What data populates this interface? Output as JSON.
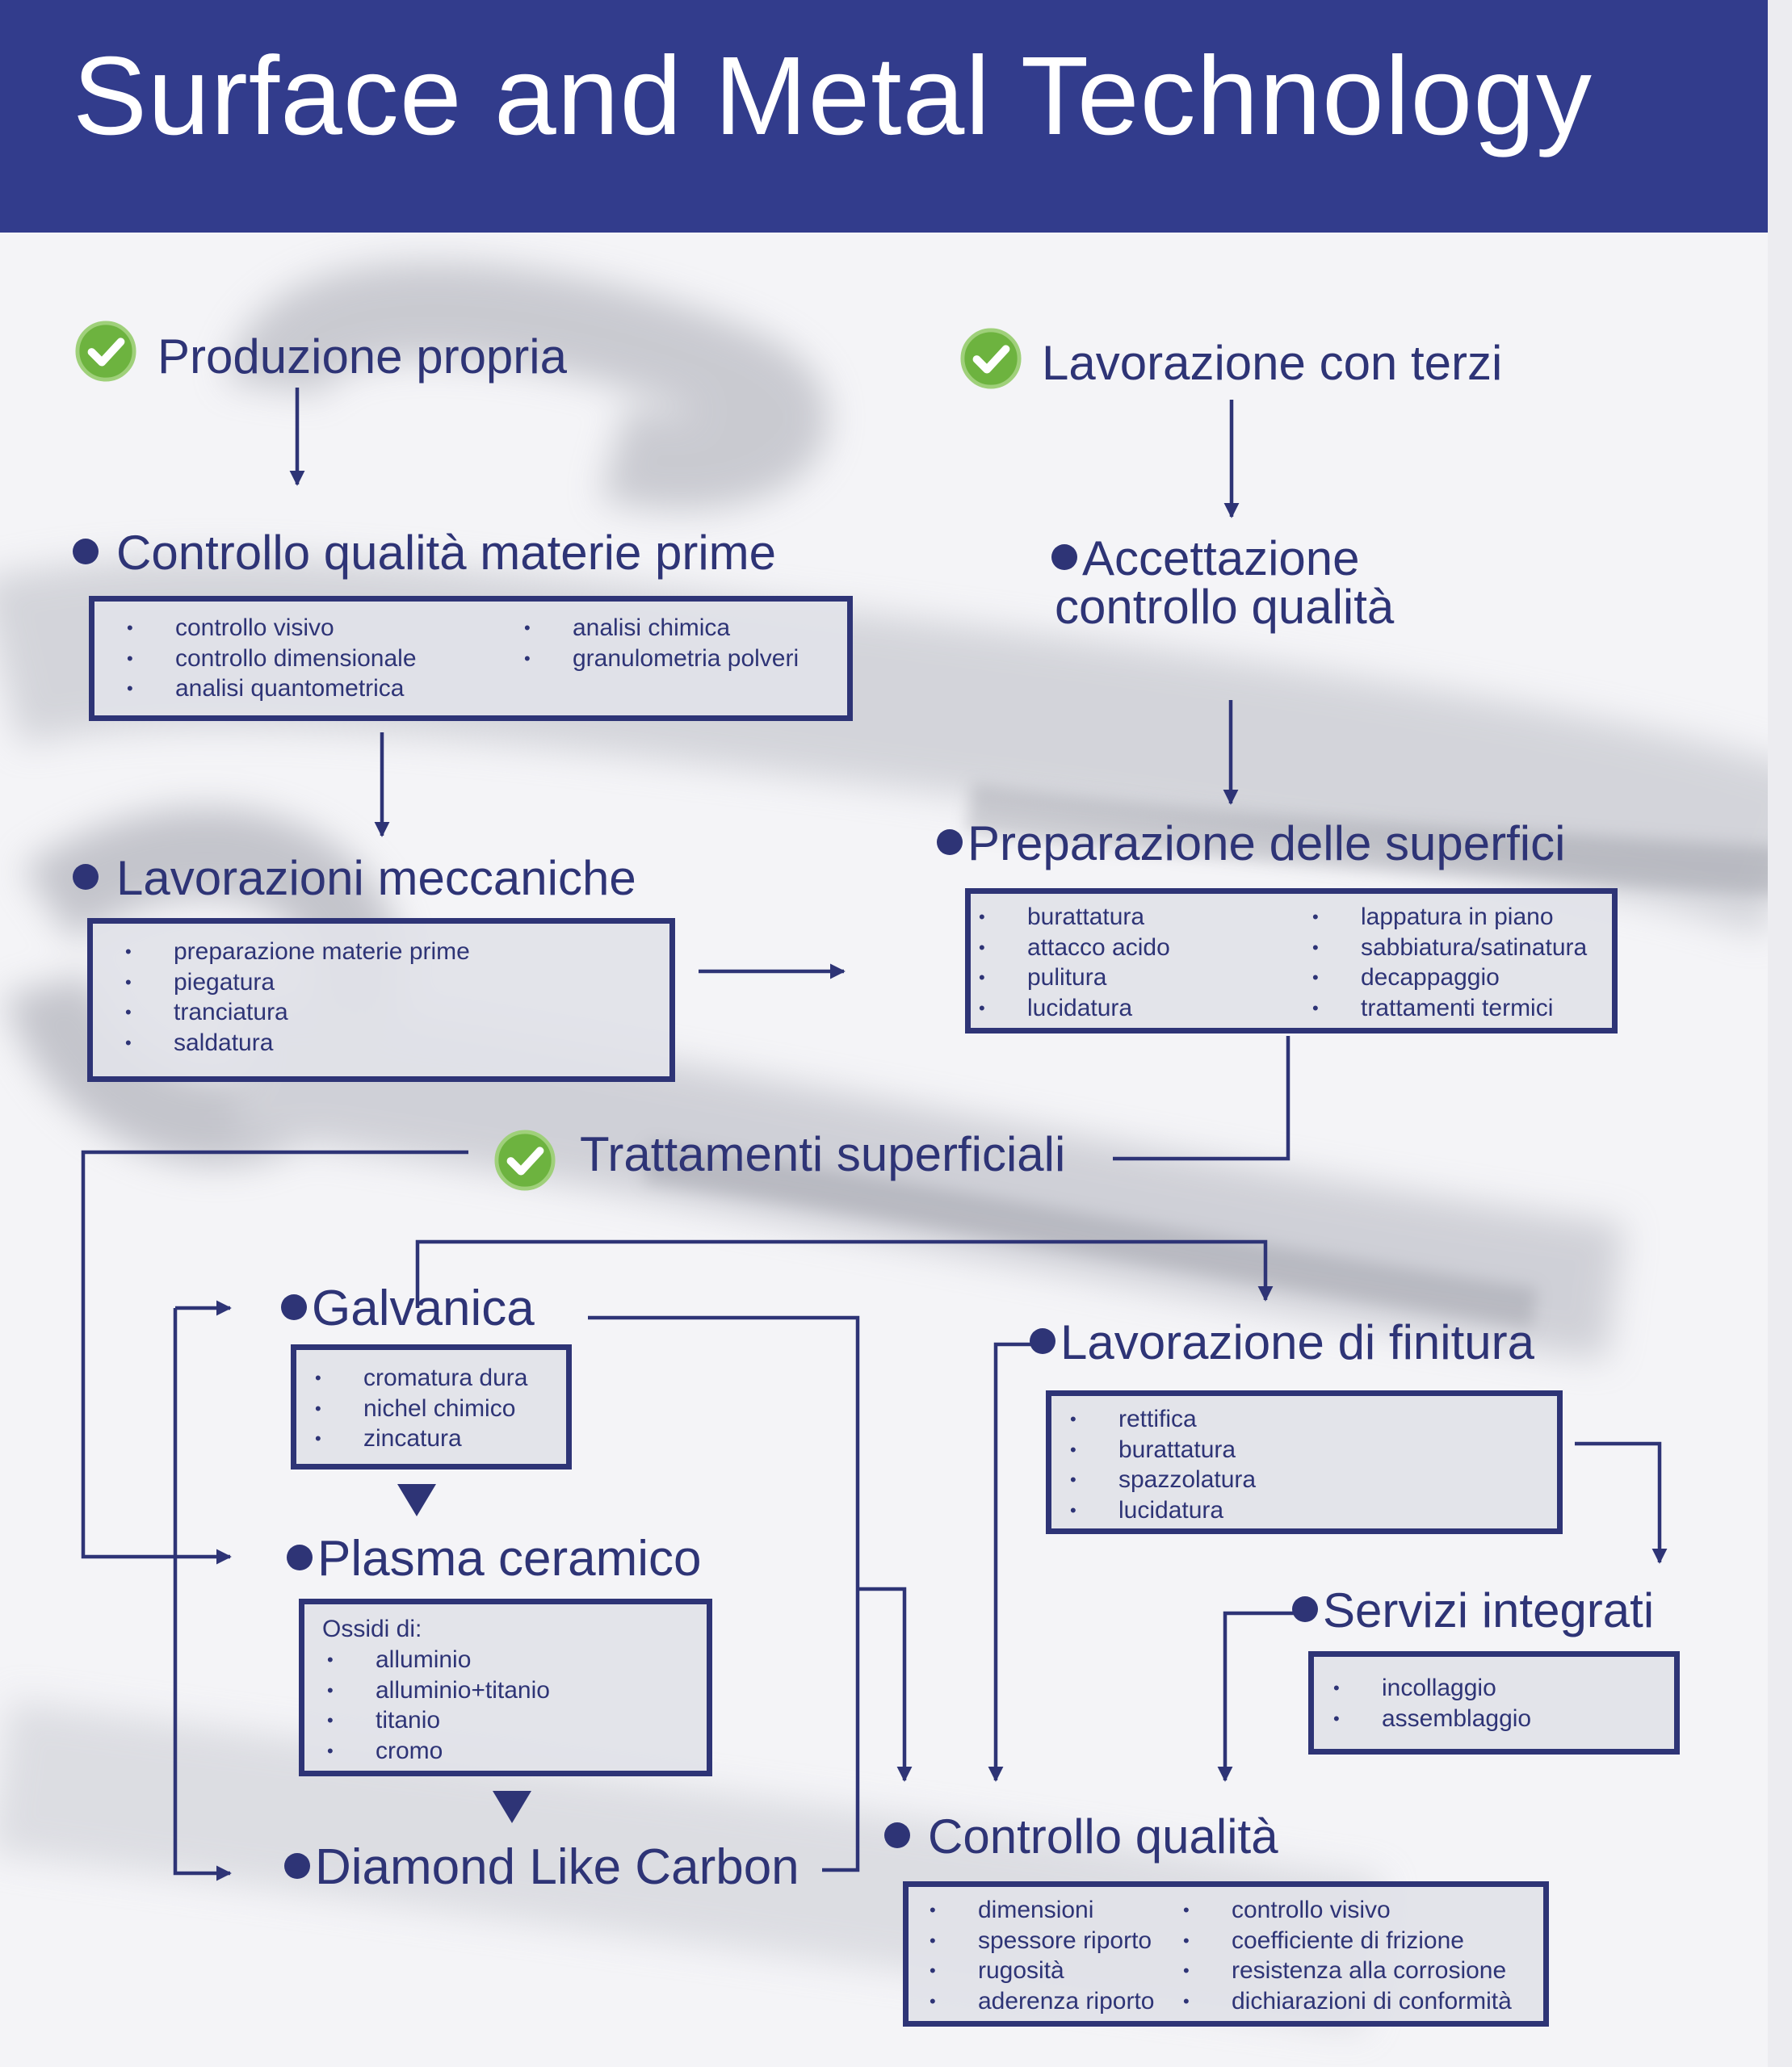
{
  "title": "Surface and Metal Technology",
  "colors": {
    "header_bg": "#323c8c",
    "ink": "#2e3476",
    "box_bg": "#e1e2e8",
    "check_green": "#6db33f"
  },
  "sections": {
    "produzione_propria": "Produzione propria",
    "lavorazione_con_terzi": "Lavorazione con terzi",
    "controllo_materie_prime": {
      "heading": "Controllo qualità materie prime",
      "col1": [
        "controllo visivo",
        "controllo dimensionale",
        "analisi quantometrica"
      ],
      "col2": [
        "analisi chimica",
        "granulometria polveri"
      ]
    },
    "accettazione": {
      "line1": "Accettazione",
      "line2": "controllo qualità"
    },
    "lavorazioni_meccaniche": {
      "heading": "Lavorazioni meccaniche",
      "items": [
        "preparazione materie prime",
        "piegatura",
        "tranciatura",
        "saldatura"
      ]
    },
    "preparazione_superfici": {
      "heading": "Preparazione delle superfici",
      "col1": [
        "burattatura",
        "attacco acido",
        "pulitura",
        "lucidatura"
      ],
      "col2": [
        "lappatura in piano",
        "sabbiatura/satinatura",
        "decappaggio",
        "trattamenti termici"
      ]
    },
    "trattamenti_superficiali": "Trattamenti superficiali",
    "galvanica": {
      "heading": "Galvanica",
      "items": [
        "cromatura dura",
        "nichel chimico",
        "zincatura"
      ]
    },
    "plasma_ceramico": {
      "heading": "Plasma ceramico",
      "note": "Ossidi di:",
      "items": [
        "alluminio",
        "alluminio+titanio",
        "titanio",
        "cromo"
      ]
    },
    "diamond_like_carbon": "Diamond Like Carbon",
    "lavorazione_finitura": {
      "heading": "Lavorazione di finitura",
      "items": [
        "rettifica",
        "burattatura",
        "spazzolatura",
        "lucidatura"
      ]
    },
    "servizi_integrati": {
      "heading": "Servizi integrati",
      "items": [
        "incollaggio",
        "assemblaggio"
      ]
    },
    "controllo_qualita": {
      "heading": "Controllo qualità",
      "col1": [
        "dimensioni",
        "spessore riporto",
        "rugosità",
        "aderenza riporto"
      ],
      "col2": [
        "controllo visivo",
        "coefficiente di frizione",
        "resistenza alla corrosione",
        "dichiarazioni di conformità"
      ]
    }
  },
  "icons": {
    "check": "check-circle-icon",
    "bullet": "bullet-dot-icon",
    "arrow": "arrow-icon"
  }
}
